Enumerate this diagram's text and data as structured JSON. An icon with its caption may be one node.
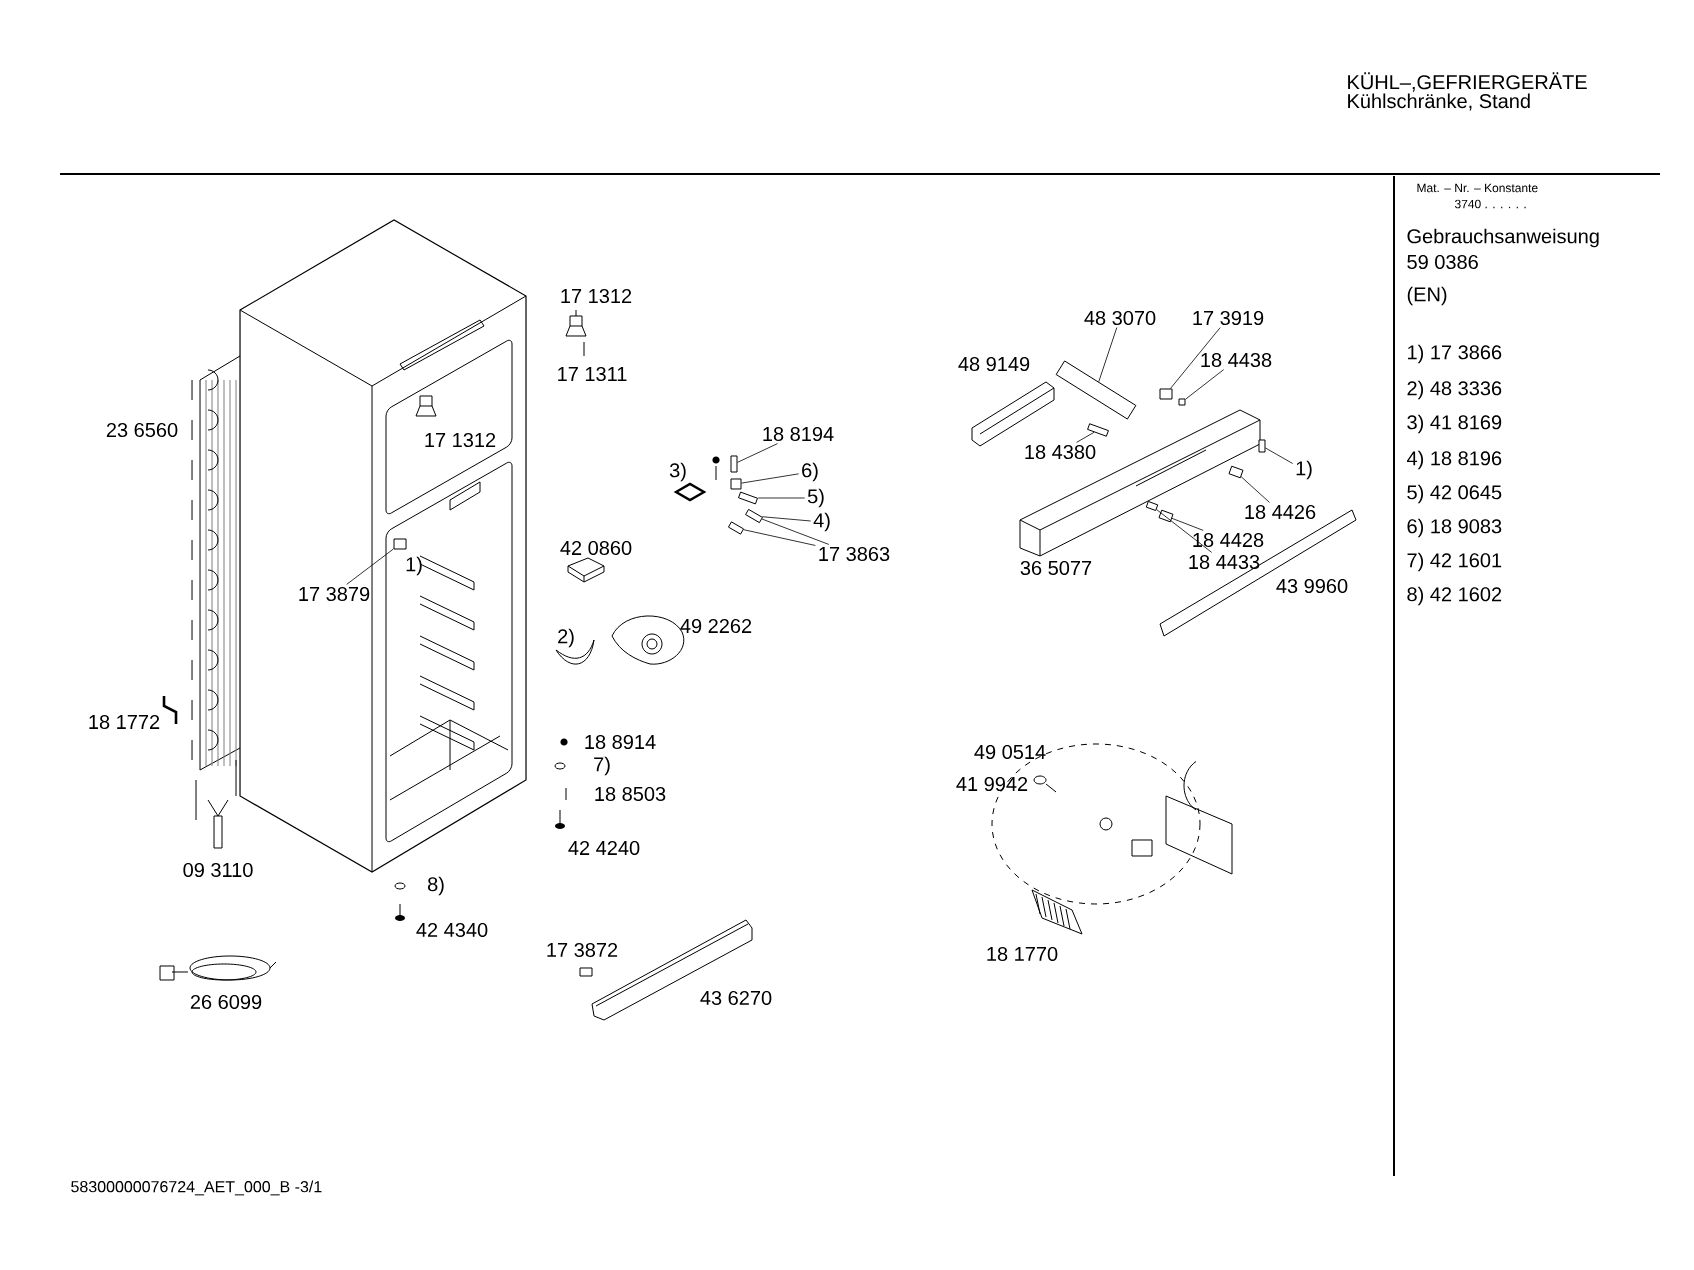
{
  "diagram": {
    "nodes": [
      {
        "text": [
          "17 3879"
        ]
      },
      {
        "text": [],
        "shape": "box"
      },
      {
        "text": [
          "18 8194"
        ]
      },
      {
        "text": [],
        "shape": "box"
      },
      {
        "text": [
          "6)"
        ]
      },
      {
        "text": [],
        "shape": "box"
      },
      {
        "text": [
          "5)"
        ]
      },
      {
        "text": [],
        "shape": "box"
      },
      {
        "text": [
          "4)"
        ]
      },
      {
        "text": [],
        "shape": "box"
      },
      {
        "text": [
          "17 3863"
        ]
      },
      {
        "text": [],
        "shape": "box"
      },
      {
        "text": [
          "48 3070"
        ]
      },
      {
        "text": [],
        "shape": "box"
      },
      {
        "text": [
          "17 3919"
        ]
      },
      {
        "text": [],
        "shape": "box"
      },
      {
        "text": [
          "18 4438"
        ]
      },
      {
        "text": [],
        "shape": "box"
      },
      {
        "text": [
          "18 4380"
        ]
      },
      {
        "text": [],
        "shape": "box"
      },
      {
        "text": [
          "1)"
        ]
      },
      {
        "text": [],
        "shape": "box"
      },
      {
        "text": [
          "18 4426"
        ]
      },
      {
        "text": [],
        "shape": "box"
      },
      {
        "text": [
          "18 4428"
        ]
      },
      {
        "text": [],
        "shape": "box"
      },
      {
        "text": [
          "18 4433"
        ]
      },
      {
        "text": [],
        "shape": "box"
      }
    ],
    "edges": [
      {
        "from": 0,
        "to": 1,
        "arrow": "none"
      },
      {
        "from": 2,
        "to": 3,
        "arrow": "none"
      },
      {
        "from": 4,
        "to": 5,
        "arrow": "none"
      },
      {
        "from": 6,
        "to": 7,
        "arrow": "none"
      },
      {
        "from": 8,
        "to": 9,
        "arrow": "none"
      },
      {
        "from": 10,
        "to": 9,
        "arrow": "none"
      },
      {
        "from": 10,
        "to": 11,
        "arrow": "none"
      },
      {
        "from": 12,
        "to": 13,
        "arrow": "none"
      },
      {
        "from": 14,
        "to": 15,
        "arrow": "none"
      },
      {
        "from": 16,
        "to": 17,
        "arrow": "none"
      },
      {
        "from": 18,
        "to": 19,
        "arrow": "none"
      },
      {
        "from": 20,
        "to": 21,
        "arrow": "none"
      },
      {
        "from": 22,
        "to": 23,
        "arrow": "none"
      },
      {
        "from": 24,
        "to": 25,
        "arrow": "none"
      },
      {
        "from": 26,
        "to": 27,
        "arrow": "none"
      }
    ],
    "labels": [
      "KÜHL–,GEFRIERGERÄTE",
      "Kühlschränke, Stand",
      "Mat. – Nr. – Konstante",
      "3740 . . . . . .",
      "Gebrauchsanweisung",
      "59 0386",
      "(EN)",
      "1) 17 3866",
      "2) 48 3336",
      "3) 41 8169",
      "4) 18 8196",
      "5) 42 0645",
      "6) 18 9083",
      "7) 42 1601",
      "8) 42 1602",
      "17 1312",
      "17 1311",
      "23 6560",
      "17 1312",
      "3)",
      "42 0860",
      "1)",
      "2)",
      "49 2262",
      "18 1772",
      "18 8914",
      "7)",
      "18 8503",
      "42 4240",
      "09 3110",
      "8)",
      "42 4340",
      "17 3872",
      "43 6270",
      "26 6099",
      "48 9149",
      "36 5077",
      "43 9960",
      "49 0514",
      "41 9942",
      "18 1770",
      "58300000076724_AET_000_B  -3/1"
    ]
  }
}
